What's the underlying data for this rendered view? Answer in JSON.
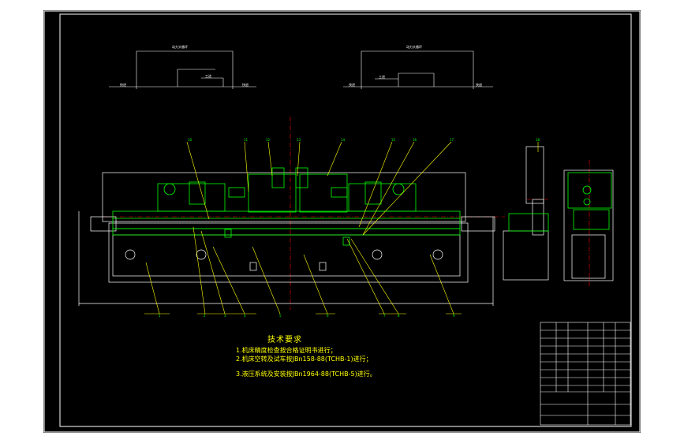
{
  "notes": {
    "title": "技术要求",
    "items": [
      "1.机床精度检查按合格证明书进行；",
      "2.机床空转及试车按JBn158-88(TCHB-1)进行；",
      "3.液压系统及安装按JBn1964-88(TCHB-5)进行。"
    ]
  },
  "cycles": {
    "left": {
      "title": "动力头循环",
      "labels": [
        "快进",
        "工进",
        "快退"
      ]
    },
    "right": {
      "title": "动力头循环",
      "labels": [
        "快进",
        "工进",
        "快退"
      ]
    }
  },
  "balloons": [
    "1",
    "2",
    "3",
    "4",
    "5",
    "6",
    "7",
    "8",
    "9",
    "10",
    "11",
    "12",
    "13",
    "14",
    "15",
    "16",
    "17",
    "18"
  ],
  "colors": {
    "background": "#000000",
    "frame": "#ffffff",
    "outline": "#ffffff",
    "parts": "#00ff00",
    "leaders": "#ffff00",
    "centerlines": "#ff0000",
    "titleblock": "#00ff00"
  }
}
